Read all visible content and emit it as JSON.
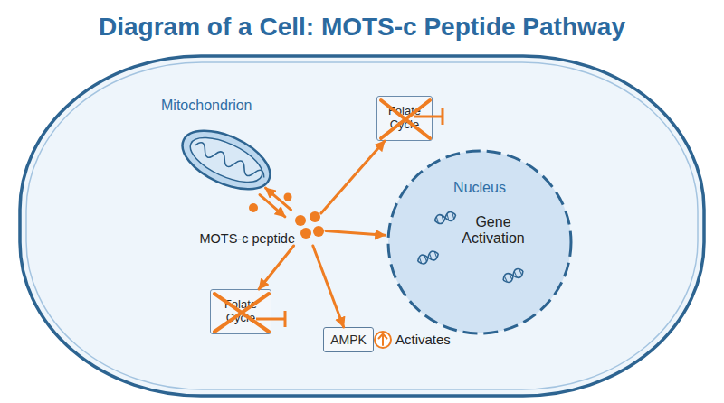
{
  "diagram": {
    "title": "Diagram of a Cell: MOTS-c Peptide Pathway",
    "nodes": [
      {
        "text": [
          "Mitochondrion"
        ]
      },
      {
        "text": [
          "Folate Cycle"
        ]
      },
      {
        "text": [
          "MOTS-c peptide"
        ]
      },
      {
        "text": [
          "Nucleus",
          "Gene Activation"
        ]
      },
      {
        "text": [
          "Folate Cycle"
        ]
      },
      {
        "text": [
          "AMPK"
        ]
      }
    ],
    "edges": [
      {
        "from": 0,
        "to": 2,
        "arrow": "to"
      },
      {
        "from": 2,
        "to": 0,
        "arrow": "to"
      },
      {
        "from": 2,
        "to": 1,
        "arrow": "to"
      },
      {
        "from": 2,
        "to": 3,
        "arrow": "to"
      },
      {
        "from": 2,
        "to": 4,
        "arrow": "to"
      },
      {
        "from": 2,
        "to": 5,
        "arrow": "to"
      }
    ],
    "labels": [
      "Activates"
    ]
  }
}
